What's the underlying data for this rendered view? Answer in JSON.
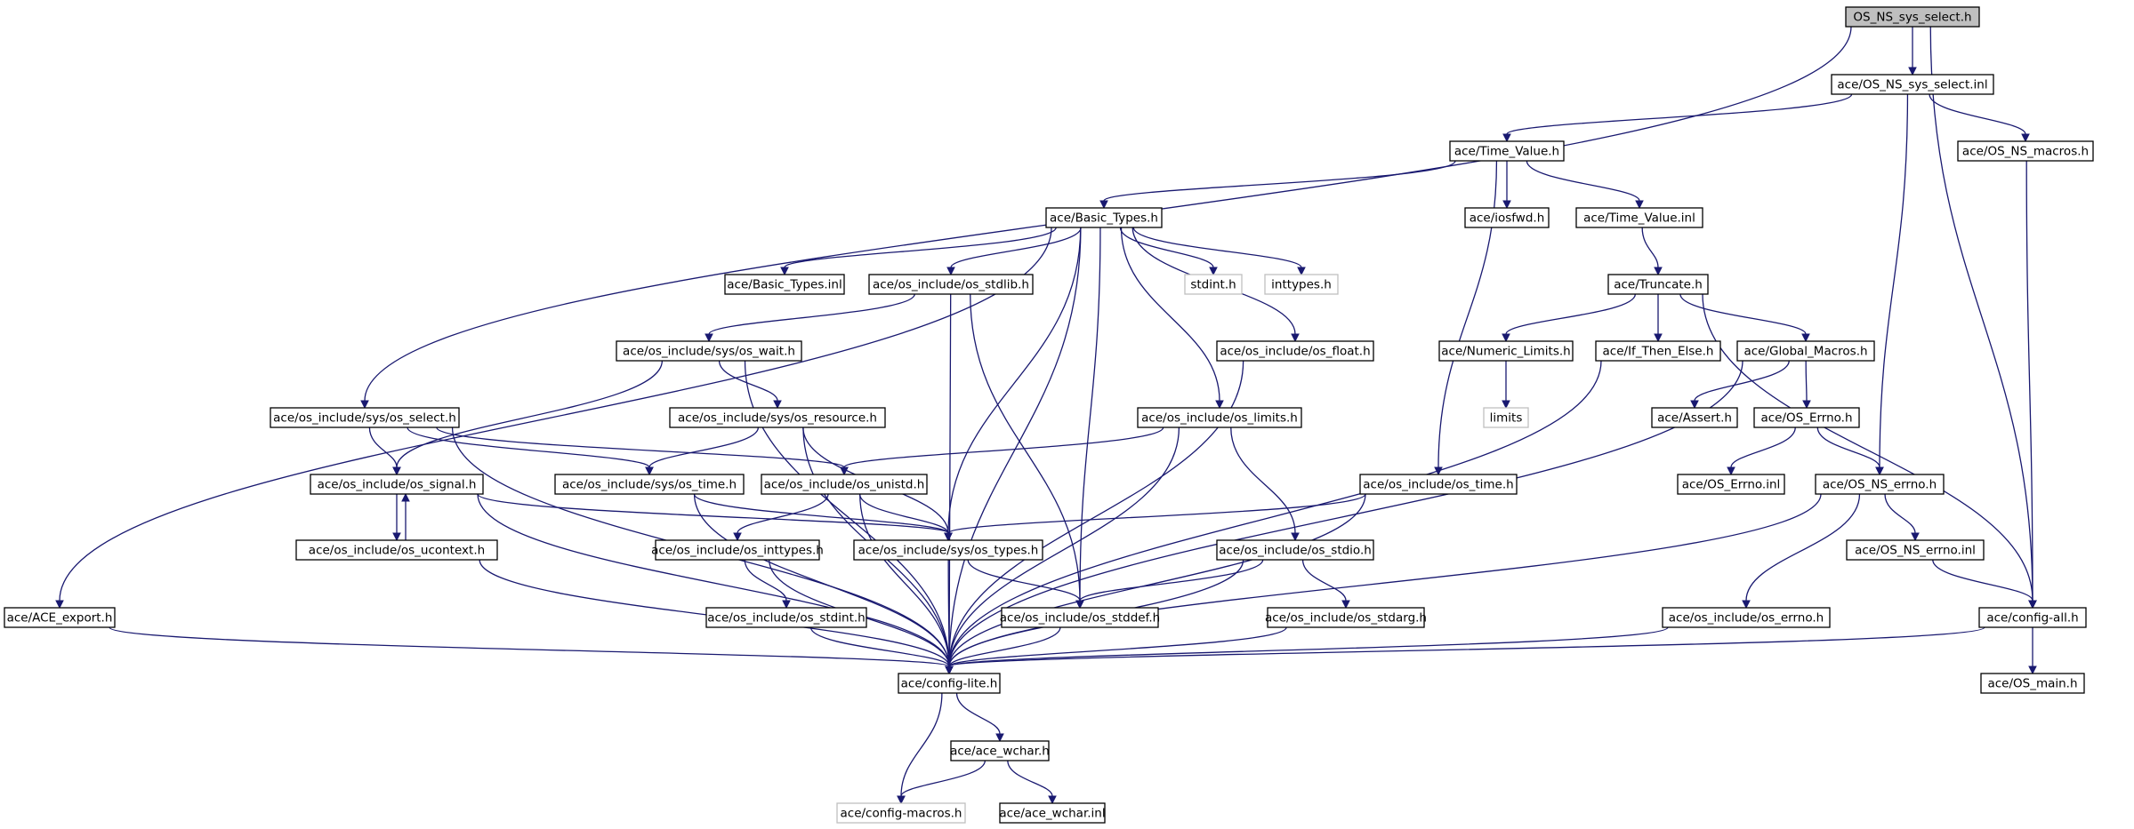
{
  "graph": {
    "title": "",
    "nodes": [
      {
        "id": "n0",
        "label": "OS_NS_sys_select.h",
        "variant": "root"
      },
      {
        "id": "n1",
        "label": "ace/OS_NS_sys_select.inl",
        "variant": "normal"
      },
      {
        "id": "n2",
        "label": "ace/Time_Value.h",
        "variant": "normal"
      },
      {
        "id": "n3",
        "label": "ace/OS_NS_macros.h",
        "variant": "normal"
      },
      {
        "id": "n4",
        "label": "ace/Basic_Types.h",
        "variant": "normal"
      },
      {
        "id": "n5",
        "label": "ace/iosfwd.h",
        "variant": "normal"
      },
      {
        "id": "n6",
        "label": "ace/Time_Value.inl",
        "variant": "normal"
      },
      {
        "id": "n7",
        "label": "ace/Basic_Types.inl",
        "variant": "normal"
      },
      {
        "id": "n8",
        "label": "ace/os_include/os_stdlib.h",
        "variant": "normal"
      },
      {
        "id": "n9",
        "label": "stdint.h",
        "variant": "external"
      },
      {
        "id": "n10",
        "label": "inttypes.h",
        "variant": "external"
      },
      {
        "id": "n11",
        "label": "ace/Truncate.h",
        "variant": "normal"
      },
      {
        "id": "n12",
        "label": "ace/os_include/sys/os_wait.h",
        "variant": "normal"
      },
      {
        "id": "n13",
        "label": "ace/os_include/os_float.h",
        "variant": "normal"
      },
      {
        "id": "n14",
        "label": "ace/Numeric_Limits.h",
        "variant": "normal"
      },
      {
        "id": "n15",
        "label": "ace/If_Then_Else.h",
        "variant": "normal"
      },
      {
        "id": "n16",
        "label": "ace/Global_Macros.h",
        "variant": "normal"
      },
      {
        "id": "n17",
        "label": "ace/os_include/sys/os_select.h",
        "variant": "normal"
      },
      {
        "id": "n18",
        "label": "ace/os_include/sys/os_resource.h",
        "variant": "normal"
      },
      {
        "id": "n19",
        "label": "ace/os_include/os_limits.h",
        "variant": "normal"
      },
      {
        "id": "n20",
        "label": "limits",
        "variant": "external"
      },
      {
        "id": "n21",
        "label": "ace/Assert.h",
        "variant": "normal"
      },
      {
        "id": "n22",
        "label": "ace/OS_Errno.h",
        "variant": "normal"
      },
      {
        "id": "n23",
        "label": "ace/os_include/os_signal.h",
        "variant": "normal"
      },
      {
        "id": "n24",
        "label": "ace/os_include/sys/os_time.h",
        "variant": "normal"
      },
      {
        "id": "n25",
        "label": "ace/os_include/os_unistd.h",
        "variant": "normal"
      },
      {
        "id": "n26",
        "label": "ace/os_include/os_time.h",
        "variant": "normal"
      },
      {
        "id": "n27",
        "label": "ace/OS_Errno.inl",
        "variant": "normal"
      },
      {
        "id": "n28",
        "label": "ace/OS_NS_errno.h",
        "variant": "normal"
      },
      {
        "id": "n29",
        "label": "ace/os_include/os_ucontext.h",
        "variant": "normal"
      },
      {
        "id": "n30",
        "label": "ace/os_include/os_inttypes.h",
        "variant": "normal"
      },
      {
        "id": "n31",
        "label": "ace/os_include/sys/os_types.h",
        "variant": "normal"
      },
      {
        "id": "n32",
        "label": "ace/os_include/os_stdio.h",
        "variant": "normal"
      },
      {
        "id": "n33",
        "label": "ace/OS_NS_errno.inl",
        "variant": "normal"
      },
      {
        "id": "n34",
        "label": "ace/ACE_export.h",
        "variant": "normal"
      },
      {
        "id": "n35",
        "label": "ace/os_include/os_stdint.h",
        "variant": "normal"
      },
      {
        "id": "n36",
        "label": "ace/os_include/os_stddef.h",
        "variant": "normal"
      },
      {
        "id": "n37",
        "label": "ace/os_include/os_stdarg.h",
        "variant": "normal"
      },
      {
        "id": "n38",
        "label": "ace/os_include/os_errno.h",
        "variant": "normal"
      },
      {
        "id": "n39",
        "label": "ace/config-all.h",
        "variant": "normal"
      },
      {
        "id": "n40",
        "label": "ace/config-lite.h",
        "variant": "normal"
      },
      {
        "id": "n41",
        "label": "ace/OS_main.h",
        "variant": "normal"
      },
      {
        "id": "n42",
        "label": "ace/ace_wchar.h",
        "variant": "normal"
      },
      {
        "id": "n43",
        "label": "ace/config-macros.h",
        "variant": "external"
      },
      {
        "id": "n44",
        "label": "ace/ace_wchar.inl",
        "variant": "normal"
      }
    ],
    "edges": [
      [
        "n0",
        "n1"
      ],
      [
        "n0",
        "n17"
      ],
      [
        "n0",
        "n39"
      ],
      [
        "n1",
        "n2"
      ],
      [
        "n1",
        "n3"
      ],
      [
        "n1",
        "n28"
      ],
      [
        "n2",
        "n4"
      ],
      [
        "n2",
        "n5"
      ],
      [
        "n2",
        "n6"
      ],
      [
        "n2",
        "n26"
      ],
      [
        "n3",
        "n39"
      ],
      [
        "n4",
        "n34"
      ],
      [
        "n4",
        "n7"
      ],
      [
        "n4",
        "n8"
      ],
      [
        "n4",
        "n9"
      ],
      [
        "n4",
        "n10"
      ],
      [
        "n4",
        "n13"
      ],
      [
        "n4",
        "n19"
      ],
      [
        "n4",
        "n31"
      ],
      [
        "n4",
        "n36"
      ],
      [
        "n4",
        "n40"
      ],
      [
        "n6",
        "n11"
      ],
      [
        "n8",
        "n12"
      ],
      [
        "n8",
        "n36"
      ],
      [
        "n8",
        "n40"
      ],
      [
        "n11",
        "n14"
      ],
      [
        "n11",
        "n15"
      ],
      [
        "n11",
        "n16"
      ],
      [
        "n11",
        "n39"
      ],
      [
        "n12",
        "n18"
      ],
      [
        "n12",
        "n23"
      ],
      [
        "n12",
        "n40"
      ],
      [
        "n13",
        "n40"
      ],
      [
        "n14",
        "n20"
      ],
      [
        "n15",
        "n40"
      ],
      [
        "n16",
        "n21"
      ],
      [
        "n16",
        "n22"
      ],
      [
        "n16",
        "n40"
      ],
      [
        "n17",
        "n23"
      ],
      [
        "n17",
        "n24"
      ],
      [
        "n17",
        "n25"
      ],
      [
        "n17",
        "n40"
      ],
      [
        "n18",
        "n24"
      ],
      [
        "n18",
        "n31"
      ],
      [
        "n18",
        "n40"
      ],
      [
        "n19",
        "n25"
      ],
      [
        "n19",
        "n32"
      ],
      [
        "n19",
        "n40"
      ],
      [
        "n22",
        "n27"
      ],
      [
        "n22",
        "n28"
      ],
      [
        "n23",
        "n29"
      ],
      [
        "n23",
        "n31"
      ],
      [
        "n23",
        "n40"
      ],
      [
        "n24",
        "n31"
      ],
      [
        "n24",
        "n40"
      ],
      [
        "n25",
        "n30"
      ],
      [
        "n25",
        "n31"
      ],
      [
        "n25",
        "n40"
      ],
      [
        "n26",
        "n31"
      ],
      [
        "n26",
        "n40"
      ],
      [
        "n28",
        "n33"
      ],
      [
        "n28",
        "n38"
      ],
      [
        "n28",
        "n40"
      ],
      [
        "n29",
        "n23"
      ],
      [
        "n29",
        "n40"
      ],
      [
        "n30",
        "n35"
      ],
      [
        "n30",
        "n40"
      ],
      [
        "n31",
        "n36"
      ],
      [
        "n31",
        "n40"
      ],
      [
        "n32",
        "n36"
      ],
      [
        "n32",
        "n37"
      ],
      [
        "n32",
        "n40"
      ],
      [
        "n33",
        "n39"
      ],
      [
        "n34",
        "n40"
      ],
      [
        "n35",
        "n40"
      ],
      [
        "n36",
        "n40"
      ],
      [
        "n37",
        "n40"
      ],
      [
        "n38",
        "n40"
      ],
      [
        "n39",
        "n40"
      ],
      [
        "n39",
        "n41"
      ],
      [
        "n40",
        "n42"
      ],
      [
        "n40",
        "n43"
      ],
      [
        "n42",
        "n43"
      ],
      [
        "n42",
        "n44"
      ]
    ]
  },
  "colors": {
    "edge": "#191970",
    "node_border": "#000000",
    "root_fill": "#bfbfbf",
    "external_border": "#bfbfbf",
    "background": "#ffffff"
  }
}
